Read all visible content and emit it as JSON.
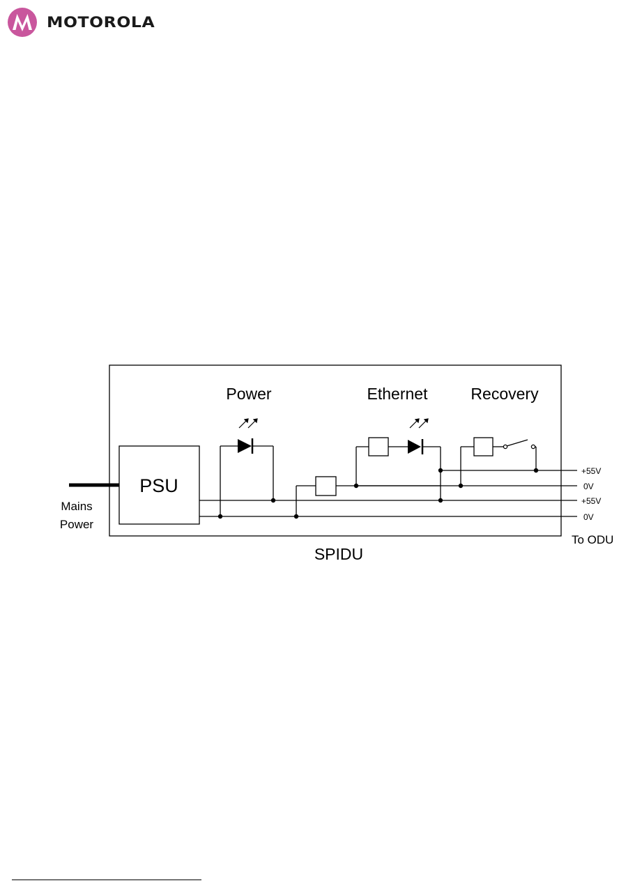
{
  "brand": {
    "name": "MOTOROLA",
    "logo_icon": "motorola-batwing-logo-icon",
    "logo_color": "#c9569d"
  },
  "diagram": {
    "module_label": "SPIDU",
    "psu_label": "PSU",
    "mains_label_line1": "Mains",
    "mains_label_line2": "Power",
    "power_led_label": "Power",
    "ethernet_led_label": "Ethernet",
    "recovery_label": "Recovery",
    "rail_labels": [
      "+55V",
      "0V",
      "+55V",
      "0V"
    ],
    "output_label": "To ODU"
  }
}
